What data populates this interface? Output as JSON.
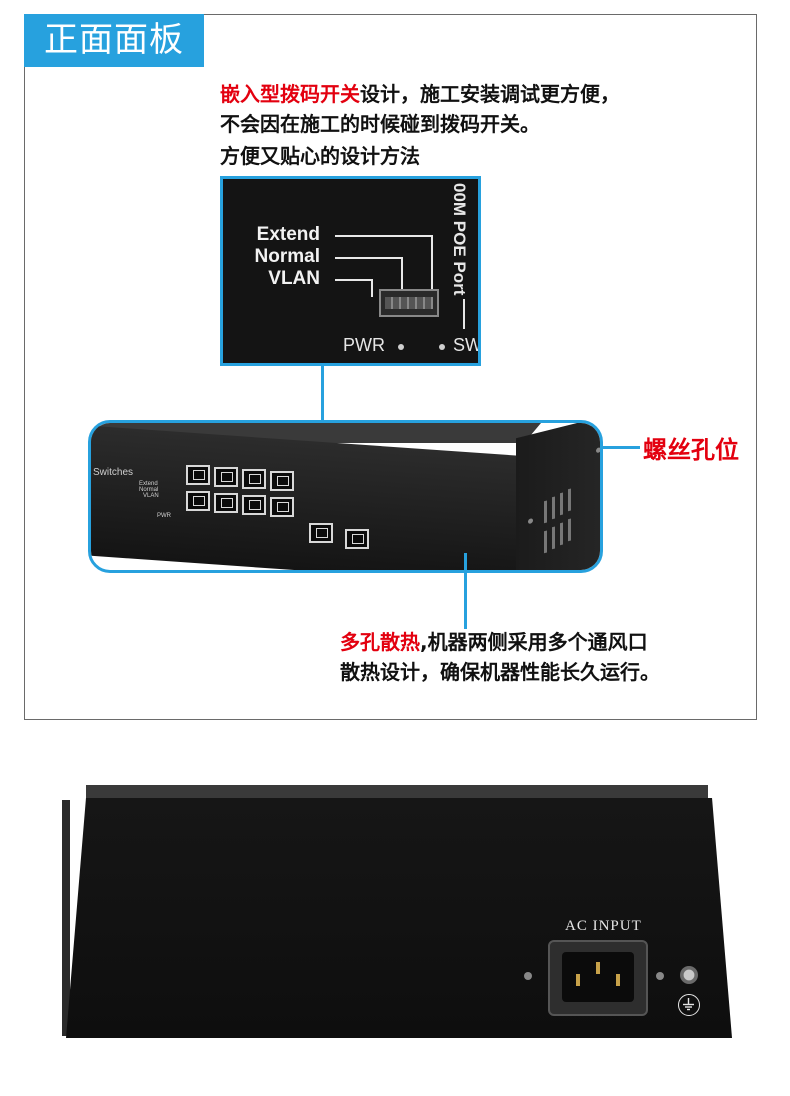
{
  "front_panel": {
    "section_title": "正面面板",
    "dip_caption": {
      "highlight": "嵌入型拨码开关",
      "line1_rest": "设计，施工安装调试更方便，",
      "line2": "不会因在施工的时候碰到拨码开关。",
      "line3": "方便又贴心的设计方法"
    },
    "dip_labels": {
      "extend": "Extend",
      "normal": "Normal",
      "vlan": "VLAN",
      "pwr": "PWR",
      "sw": "SW",
      "port_text": "00M POE Port"
    },
    "switch_photo": {
      "brand_text": "Switches",
      "mini_extend": "Extend",
      "mini_normal": "Normal",
      "mini_vlan": "VLAN",
      "mini_pwr": "PWR"
    },
    "screw_label": "螺丝孔位",
    "vent_caption": {
      "highlight": "多孔散热",
      "line1_rest": ",机器两侧采用多个通风口",
      "line2": "散热设计，确保机器性能长久运行。"
    }
  },
  "rear_panel": {
    "ac_label": "AC INPUT"
  },
  "colors": {
    "accent_blue": "#27a1de",
    "highlight_red": "#e3000f",
    "device_black": "#141414"
  },
  "icons": {
    "ground": "ground-symbol-icon",
    "power_socket": "iec-c14-socket-icon",
    "screw": "screw-icon"
  }
}
